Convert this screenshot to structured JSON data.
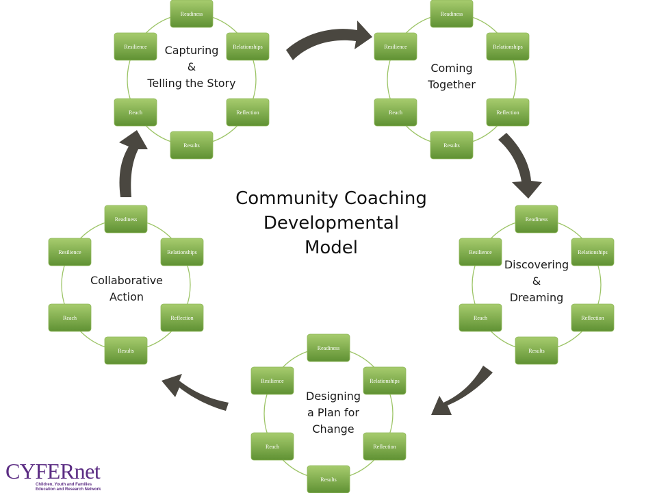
{
  "title": [
    "Community Coaching",
    "Developmental",
    "Model"
  ],
  "node_labels": [
    "Readiness",
    "Relationships",
    "Reflection",
    "Results",
    "Reach",
    "Resilience"
  ],
  "cycles": [
    {
      "id": "capturing",
      "label_lines": [
        "Capturing",
        "&",
        "Telling the Story"
      ]
    },
    {
      "id": "coming",
      "label_lines": [
        "Coming",
        "Together"
      ]
    },
    {
      "id": "discovering",
      "label_lines": [
        "Discovering",
        "&",
        "Dreaming"
      ]
    },
    {
      "id": "designing",
      "label_lines": [
        "Designing",
        "a Plan for",
        "Change"
      ]
    },
    {
      "id": "collaborative",
      "label_lines": [
        "Collaborative",
        "Action"
      ]
    }
  ],
  "logo": {
    "name": "CYFERnet",
    "line1": "Children, Youth and Families",
    "line2": "Education and Research Network"
  },
  "colors": {
    "node_fill_top": "#a7cc6e",
    "node_fill_bottom": "#5f9133",
    "ring": "#9cc466",
    "arrow": "#4a4740",
    "logo": "#5b2c83"
  }
}
